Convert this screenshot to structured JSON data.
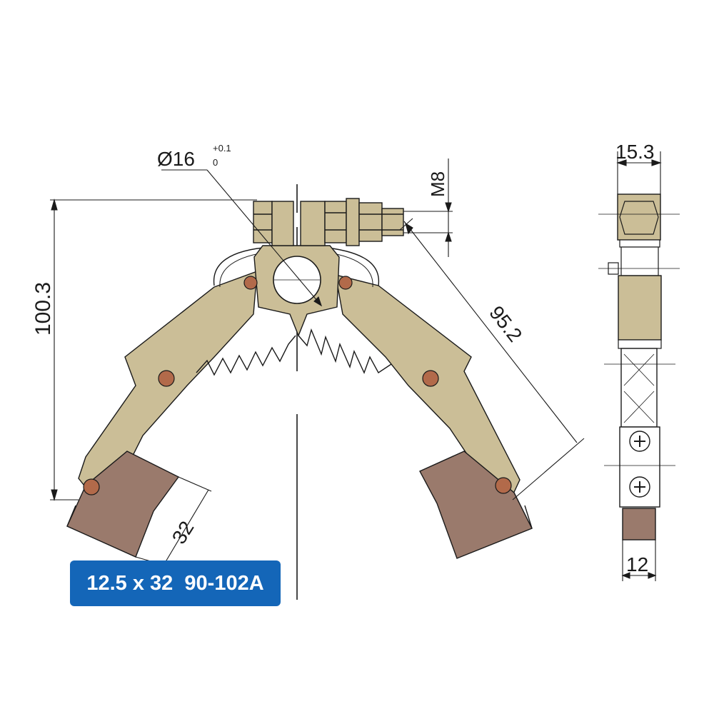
{
  "dimensions": {
    "bore_diameter": "Ø16",
    "bore_tol_upper": "+0.1",
    "bore_tol_lower": "0",
    "thread": "M8",
    "height": "100.3",
    "diagonal_reach": "95.2",
    "brush_length": "32",
    "side_width": "15.3",
    "brush_width": "12"
  },
  "badge": {
    "label": "12.5 x 32  90-102A"
  },
  "colors": {
    "arm": "#cbbe97",
    "brush": "#9a7a6c",
    "pin": "#b26a4a",
    "badge": "#1466b8",
    "line": "#1a1a1a"
  }
}
